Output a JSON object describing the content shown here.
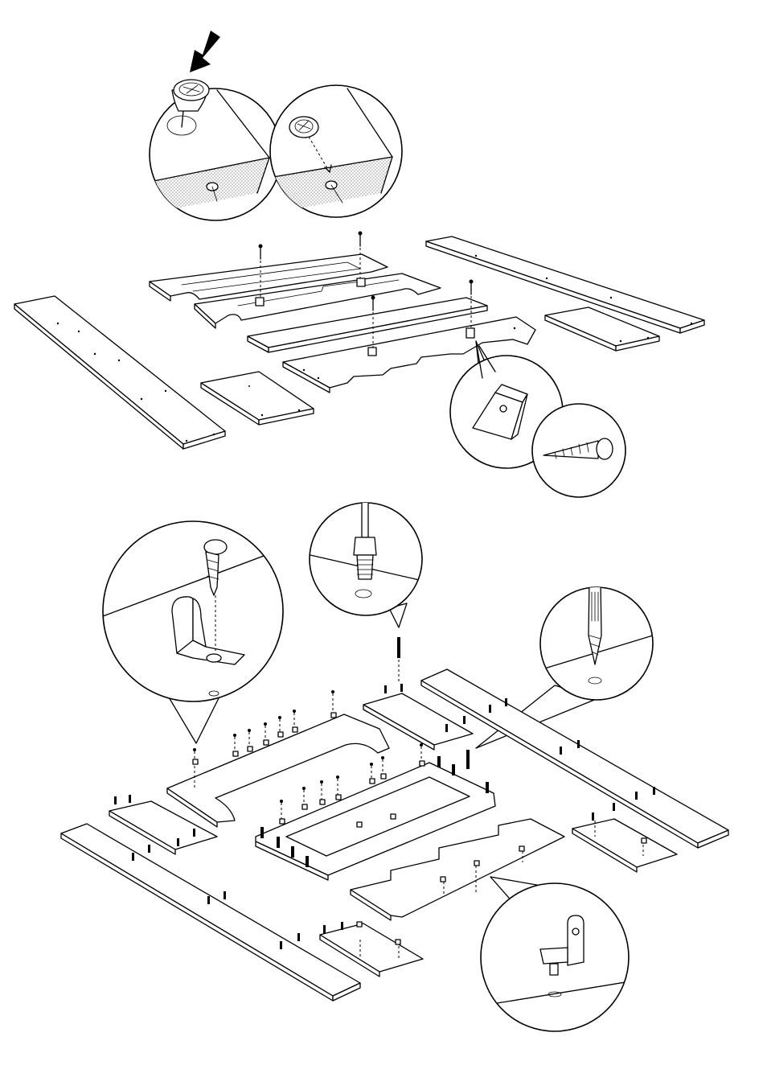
{
  "diagram": {
    "colors": {
      "line": "#000000",
      "background": "#ffffff",
      "dot_fill": "#e5e5e5"
    },
    "steps": [
      {
        "name": "cam-lock-insertion",
        "icons": [
          "press-arrow-icon",
          "cam-lock-icon"
        ]
      },
      {
        "name": "frame-assembly",
        "icons": [
          "angle-bracket-icon",
          "wood-screw-icon"
        ]
      },
      {
        "name": "hardware-fitting",
        "icons": [
          "shelf-bracket-icon",
          "connector-bolt-icon",
          "dowel-icon",
          "shelf-pin-icon"
        ]
      }
    ]
  }
}
